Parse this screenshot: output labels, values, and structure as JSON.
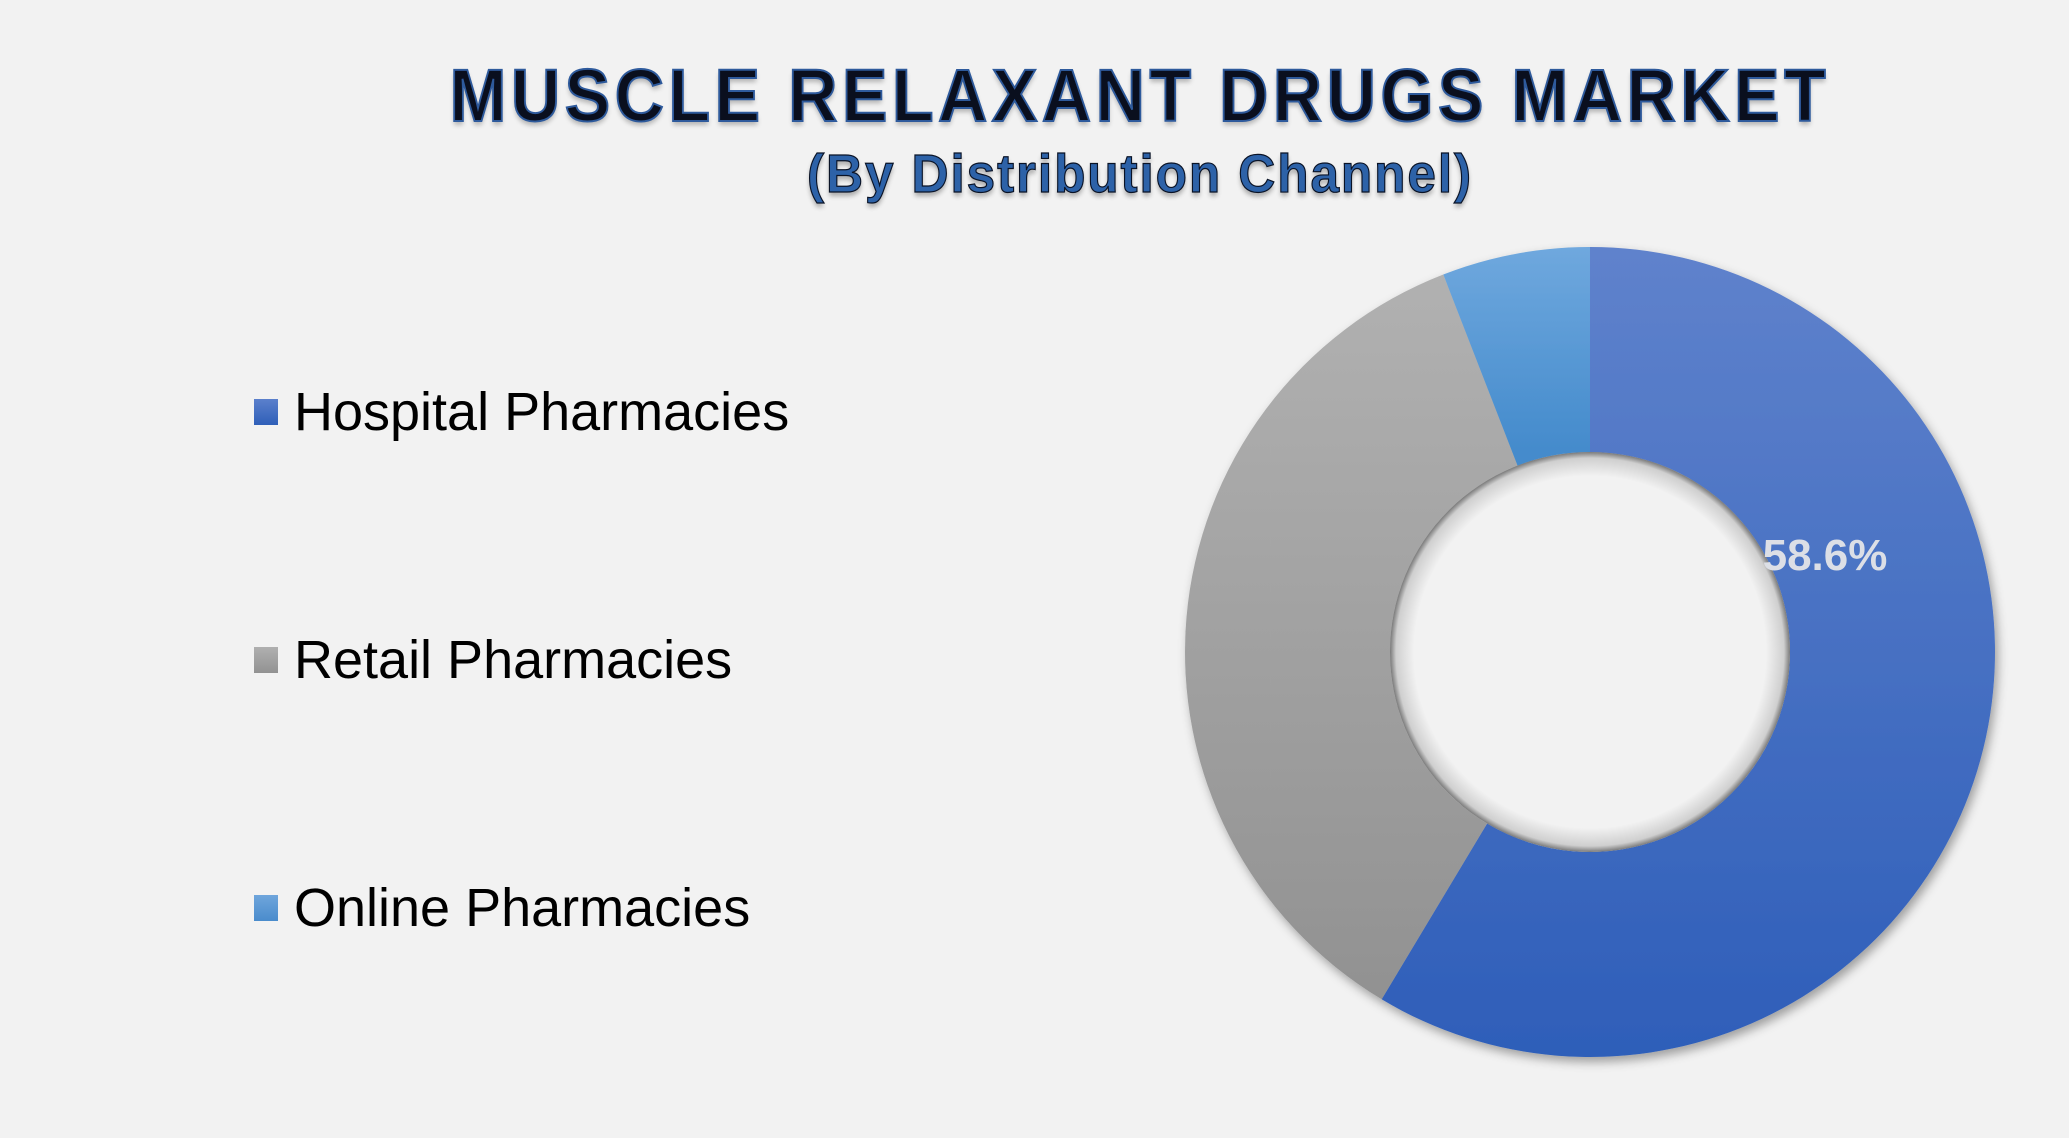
{
  "title": {
    "main": "MUSCLE RELAXANT DRUGS MARKET",
    "subtitle": "(By Distribution Channel)"
  },
  "legend": {
    "items": [
      {
        "label": "Hospital Pharmacies",
        "color_top": "#5b80cc",
        "color_bottom": "#2f5fb8"
      },
      {
        "label": "Retail Pharmacies",
        "color_top": "#b0b0b0",
        "color_bottom": "#929292"
      },
      {
        "label": "Online Pharmacies",
        "color_top": "#6fa6dc",
        "color_bottom": "#4a8ccc"
      }
    ]
  },
  "chart_data": {
    "type": "pie",
    "subtype": "donut",
    "title": "MUSCLE RELAXANT DRUGS MARKET",
    "subtitle": "(By Distribution Channel)",
    "categories": [
      "Hospital Pharmacies",
      "Retail Pharmacies",
      "Online Pharmacies"
    ],
    "values": [
      58.6,
      35.5,
      5.9
    ],
    "unit": "%",
    "data_labels": [
      {
        "category": "Hospital Pharmacies",
        "text": "58.6%"
      }
    ],
    "colors": [
      "#4370c8",
      "#a3a3a3",
      "#5a9ad6"
    ],
    "legend_position": "left",
    "start_angle_deg": 0,
    "direction": "clockwise",
    "hole_ratio": 0.49
  },
  "colors": {
    "background": "#f2f2f2",
    "title_fill": "#0a0f1e",
    "title_outline": "#2e5a9c",
    "subtitle_fill": "#2d62a8",
    "label_text": "#dcdfe6"
  }
}
